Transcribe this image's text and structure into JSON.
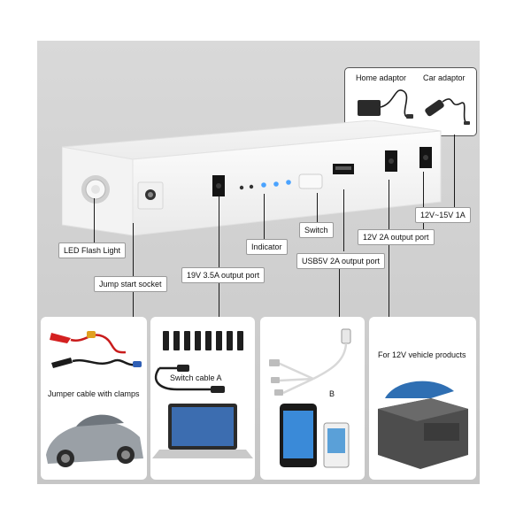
{
  "adaptors": {
    "home_label": "Home adaptor",
    "car_label": "Car adaptor"
  },
  "callouts": {
    "voltage_in": "12V~15V 1A",
    "output_12v": "12V 2A output port",
    "switch": "Switch",
    "usb": "USB5V 2A output port",
    "indicator": "Indicator",
    "output_19v": "19V 3.5A output port",
    "flash_light": "LED Flash Light",
    "jump_socket": "Jump start socket"
  },
  "panels": {
    "jumper": {
      "caption": "Jumper cable with clamps"
    },
    "switch_cable": {
      "caption": "Switch cable A"
    },
    "usb_cable": {
      "caption": "B"
    },
    "vehicle": {
      "caption": "For 12V vehicle products"
    }
  },
  "colors": {
    "indicator_led": "#4aa3ff",
    "clamp_red": "#d42020",
    "clamp_black": "#1b1b1b",
    "cooler_blue": "#2f6fb3"
  }
}
